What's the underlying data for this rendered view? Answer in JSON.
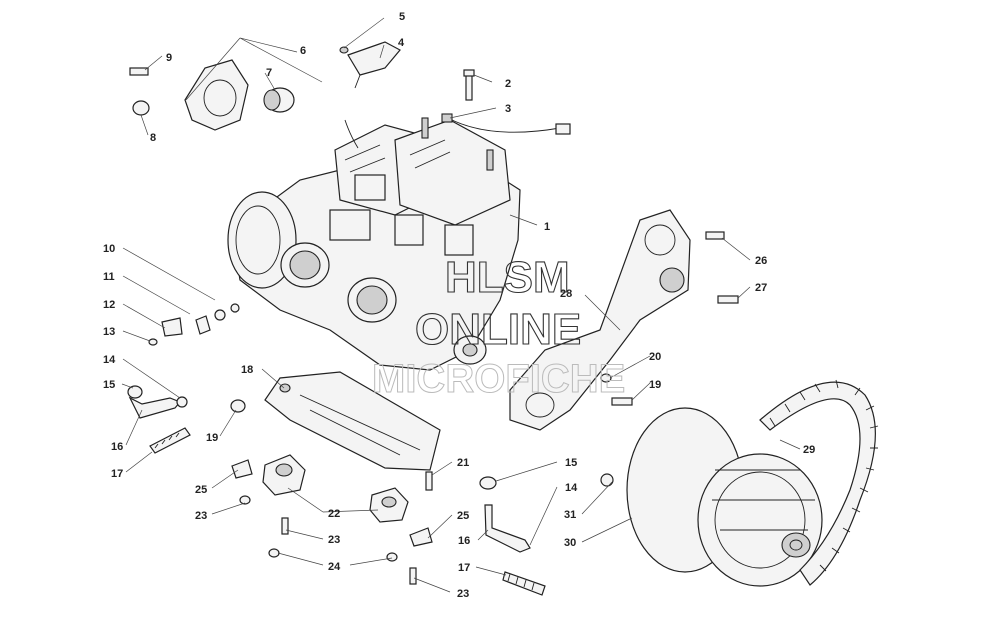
{
  "watermark": {
    "line1": "HLSM",
    "line2": "ONLINE",
    "line3": "MICROFICHE"
  },
  "callouts": [
    {
      "id": "c1",
      "label": "1"
    },
    {
      "id": "c2",
      "label": "2"
    },
    {
      "id": "c3",
      "label": "3"
    },
    {
      "id": "c4",
      "label": "4"
    },
    {
      "id": "c5",
      "label": "5"
    },
    {
      "id": "c6",
      "label": "6"
    },
    {
      "id": "c7",
      "label": "7"
    },
    {
      "id": "c8",
      "label": "8"
    },
    {
      "id": "c9",
      "label": "9"
    },
    {
      "id": "c10",
      "label": "10"
    },
    {
      "id": "c11",
      "label": "11"
    },
    {
      "id": "c12",
      "label": "12"
    },
    {
      "id": "c13",
      "label": "13"
    },
    {
      "id": "c14a",
      "label": "14"
    },
    {
      "id": "c15a",
      "label": "15"
    },
    {
      "id": "c16a",
      "label": "16"
    },
    {
      "id": "c17a",
      "label": "17"
    },
    {
      "id": "c18",
      "label": "18"
    },
    {
      "id": "c19a",
      "label": "19"
    },
    {
      "id": "c19b",
      "label": "19"
    },
    {
      "id": "c20",
      "label": "20"
    },
    {
      "id": "c21",
      "label": "21"
    },
    {
      "id": "c22",
      "label": "22"
    },
    {
      "id": "c23a",
      "label": "23"
    },
    {
      "id": "c23b",
      "label": "23"
    },
    {
      "id": "c23c",
      "label": "23"
    },
    {
      "id": "c24",
      "label": "24"
    },
    {
      "id": "c25a",
      "label": "25"
    },
    {
      "id": "c25b",
      "label": "25"
    },
    {
      "id": "c26",
      "label": "26"
    },
    {
      "id": "c27",
      "label": "27"
    },
    {
      "id": "c28",
      "label": "28"
    },
    {
      "id": "c29",
      "label": "29"
    },
    {
      "id": "c30",
      "label": "30"
    },
    {
      "id": "c31",
      "label": "31"
    },
    {
      "id": "c15b",
      "label": "15"
    },
    {
      "id": "c14b",
      "label": "14"
    },
    {
      "id": "c16b",
      "label": "16"
    },
    {
      "id": "c17b",
      "label": "17"
    }
  ]
}
